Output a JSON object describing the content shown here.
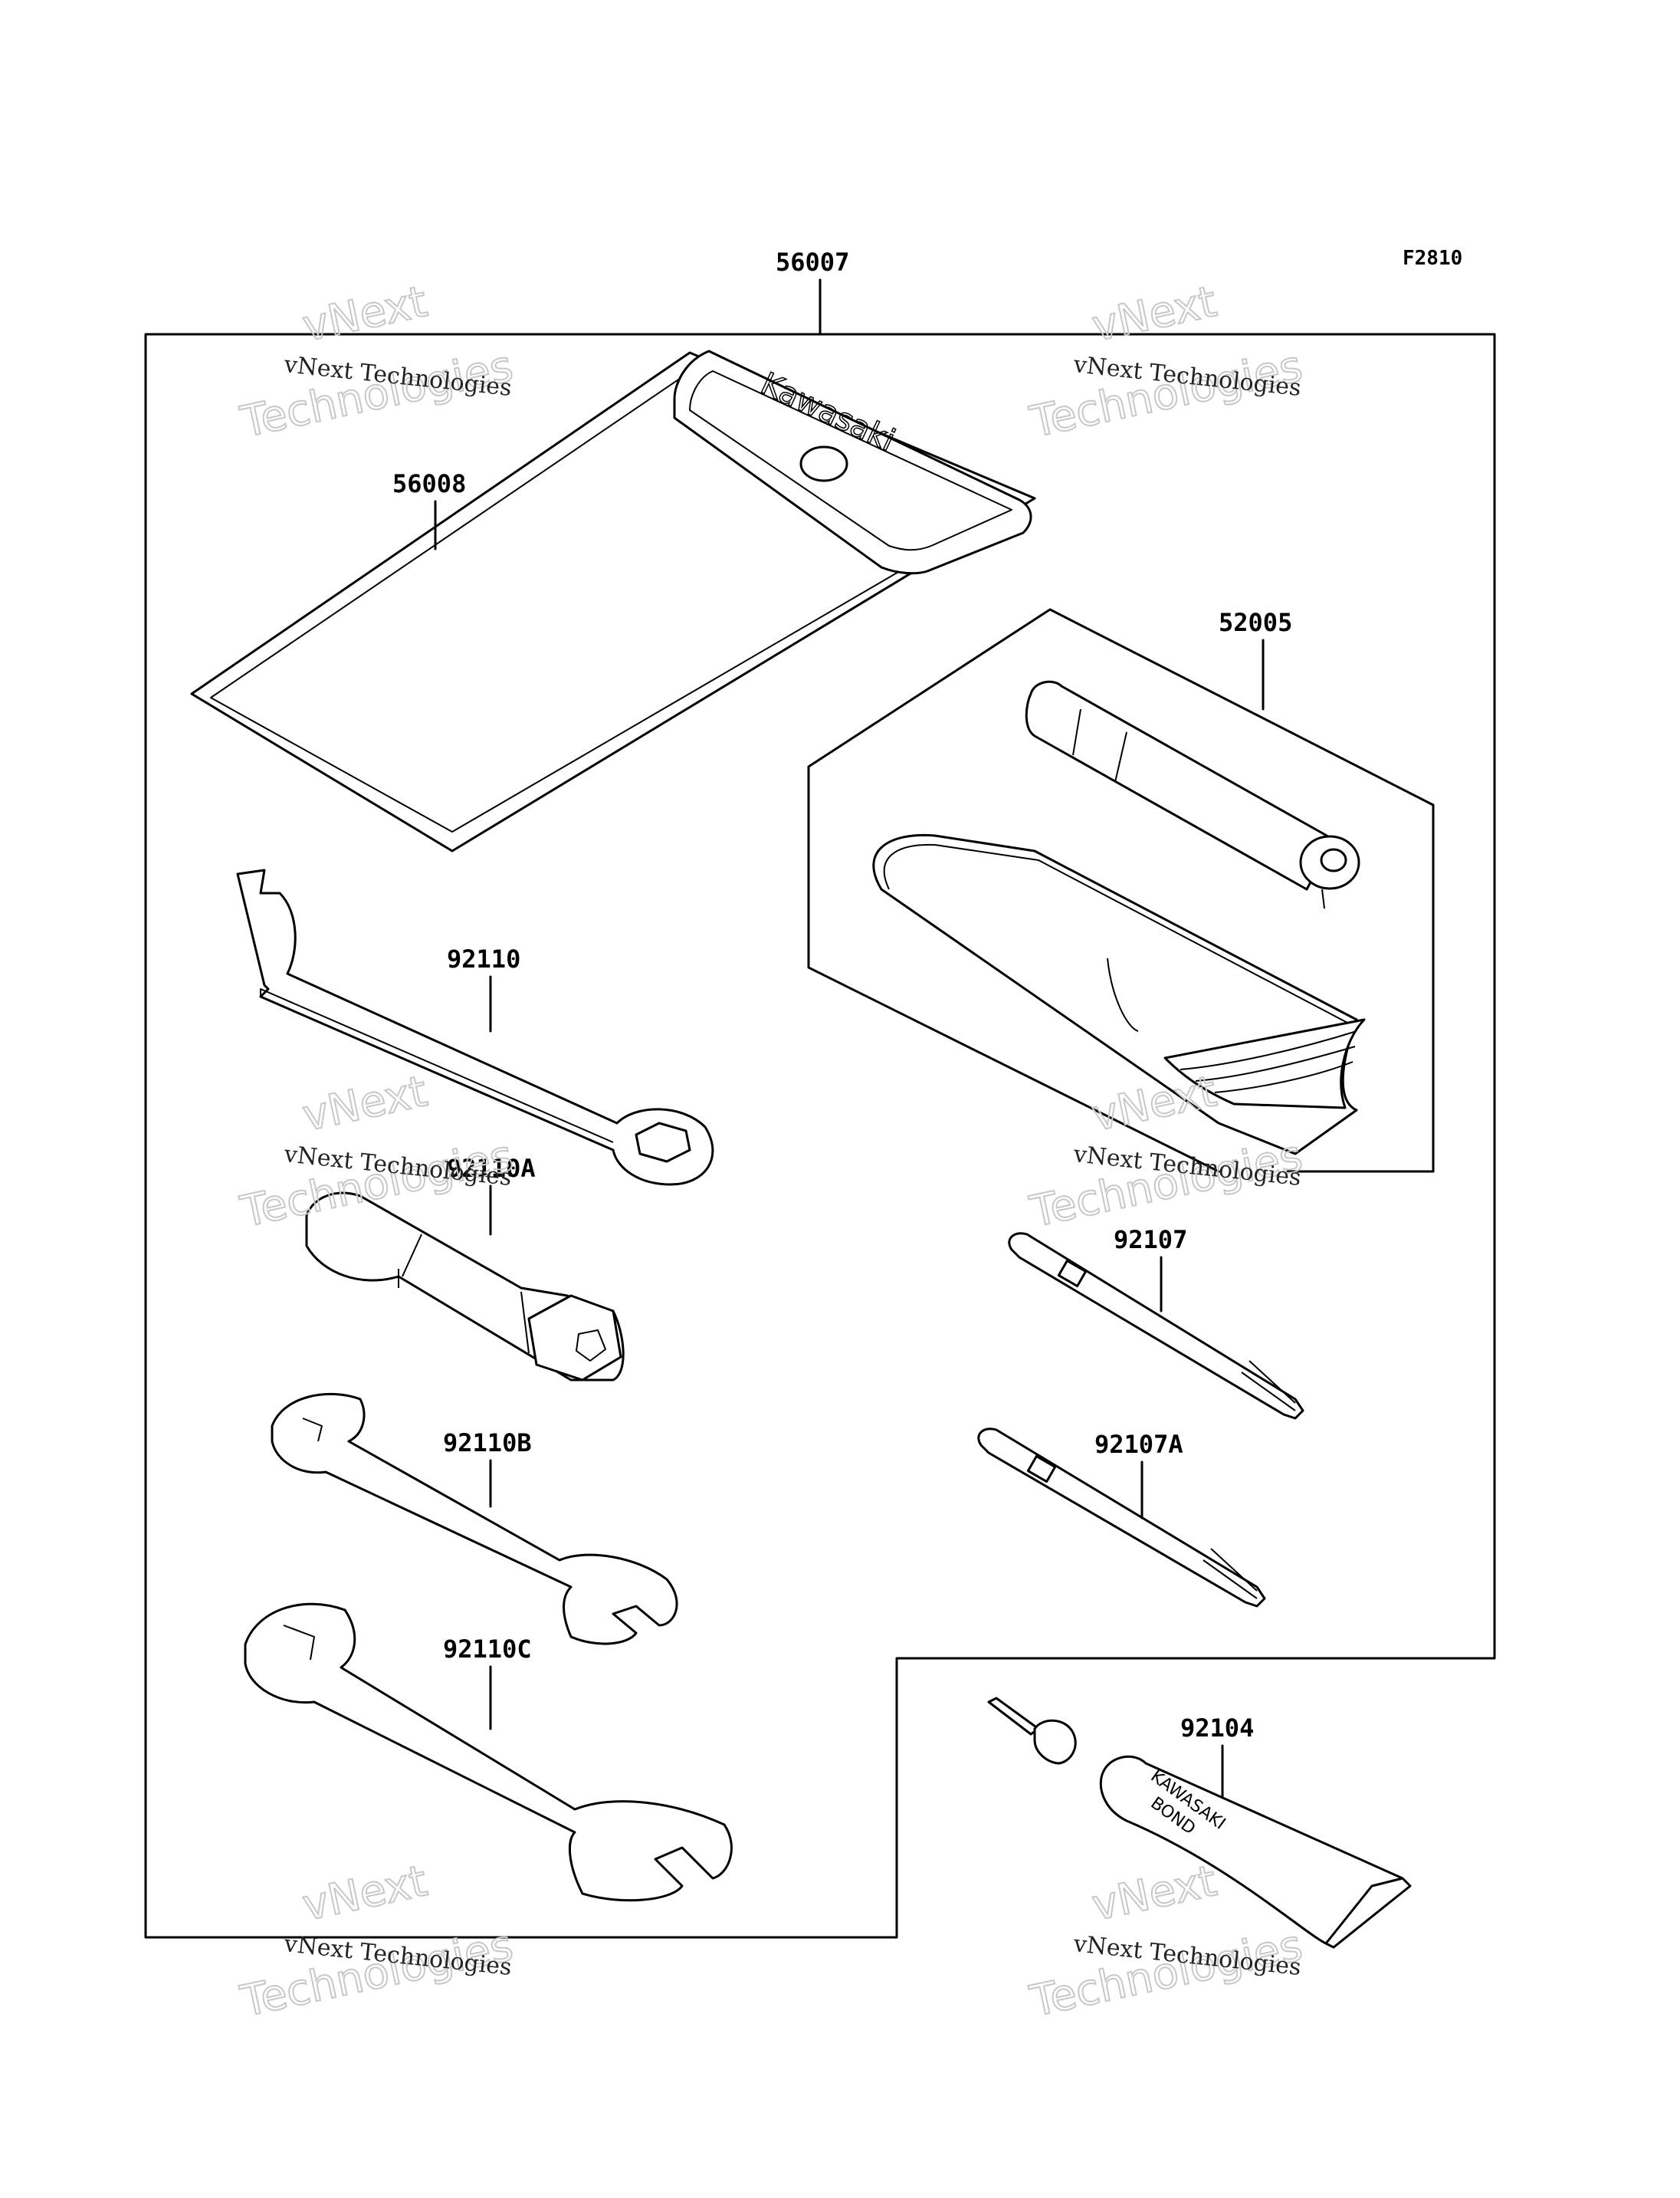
{
  "figure_code": "F2810",
  "parts": {
    "tool_kit": "56007",
    "tool_bag": "56008",
    "spoke_wrench_set": "52005",
    "wrench_hook": "92110",
    "wrench_box": "92110A",
    "wrench_open_end_b": "92110B",
    "wrench_open_end_c": "92110C",
    "screwdriver": "92107",
    "screwdriver_a": "92107A",
    "bond": "92104"
  },
  "printed_text": {
    "bag_brand": "Kawasaki",
    "tube_brand": "KAWASAKI",
    "tube_label": "BOND"
  },
  "watermark": {
    "line1": "vNext Technologies",
    "line2": "Technologies",
    "line3": "vNext"
  }
}
